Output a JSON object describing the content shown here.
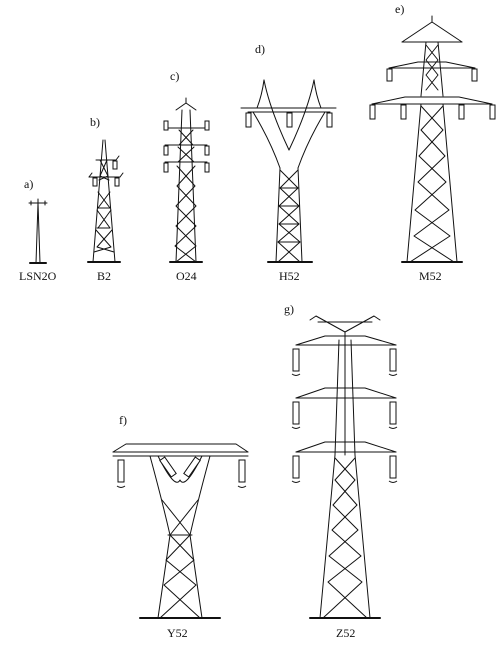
{
  "figure": {
    "towers": [
      {
        "id": "a",
        "letter": "a)",
        "name": "LSN2O"
      },
      {
        "id": "b",
        "letter": "b)",
        "name": "B2"
      },
      {
        "id": "c",
        "letter": "c)",
        "name": "O24"
      },
      {
        "id": "d",
        "letter": "d)",
        "name": "H52"
      },
      {
        "id": "e",
        "letter": "e)",
        "name": "M52"
      },
      {
        "id": "f",
        "letter": "f)",
        "name": "Y52"
      },
      {
        "id": "g",
        "letter": "g)",
        "name": "Z52"
      }
    ],
    "colors": {
      "ink": "#111111",
      "background": "#ffffff"
    }
  }
}
